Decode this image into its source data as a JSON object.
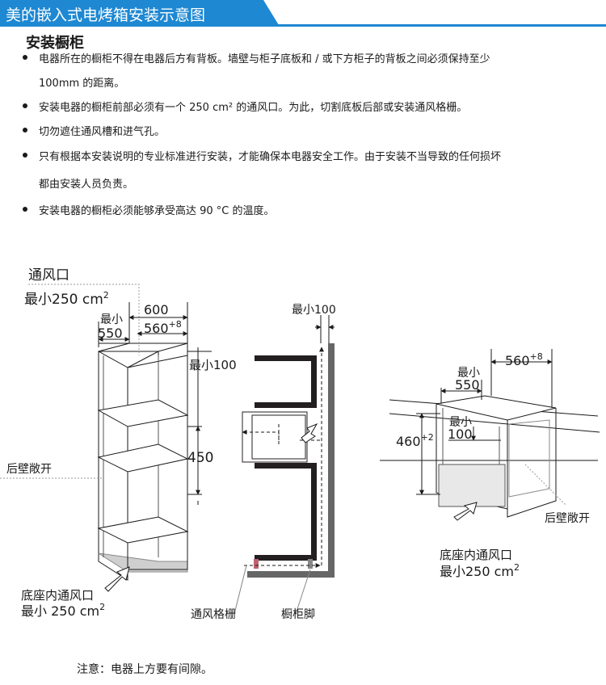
{
  "header": {
    "title": "美的嵌入式电烤箱安装示意图"
  },
  "section": {
    "title": "安装橱柜"
  },
  "bullets": [
    {
      "lines": [
        "电器所在的橱柜不得在电器后方有背板。墙壁与柜子底板和 / 或下方柜子的背板之间必须保持至少",
        "100mm 的距离。"
      ]
    },
    {
      "lines": [
        "安装电器的橱柜前部必须有一个 250 cm² 的通风口。为此，切割底板后部或安装通风格栅。"
      ]
    },
    {
      "lines": [
        "切勿遮住通风槽和进气孔。"
      ]
    },
    {
      "lines": [
        "只有根据本安装说明的专业标准进行安装，才能确保本电器安全工作。由于安装不当导致的任何损坏",
        "都由安装人员负责。"
      ]
    },
    {
      "lines": [
        "安装电器的橱柜必须能够承受高达 90 °C 的温度。"
      ]
    }
  ],
  "figure_left": {
    "vent_label": "通风口",
    "vent_min": "最小250 cm",
    "vent_exp": "2",
    "width_outer": "600",
    "width_inner": "560",
    "width_inner_tol": "+8",
    "depth_min_label": "最小",
    "depth_min_value": "550",
    "gap_label": "最小100",
    "height_value": "450",
    "rear_wall_label": "后壁敞开",
    "base_vent_label": "底座内通风口",
    "base_vent_min": "最小 250 cm",
    "base_vent_exp": "2"
  },
  "figure_middle": {
    "gap_label": "最小100",
    "grille_label": "通风格栅",
    "foot_label": "橱柜脚"
  },
  "figure_right": {
    "width_value": "560",
    "width_tol": "+8",
    "depth_min_label": "最小",
    "depth_min_value": "550",
    "height_value": "460",
    "height_tol": "+2",
    "gap_min_label": "最小",
    "gap_min_value": "100",
    "rear_wall_label": "后壁敞开",
    "base_vent_label": "底座内通风口",
    "base_vent_min": "最小250 cm",
    "base_vent_exp": "2"
  },
  "footer": {
    "note": "注意：电器上方要有间隙。"
  }
}
